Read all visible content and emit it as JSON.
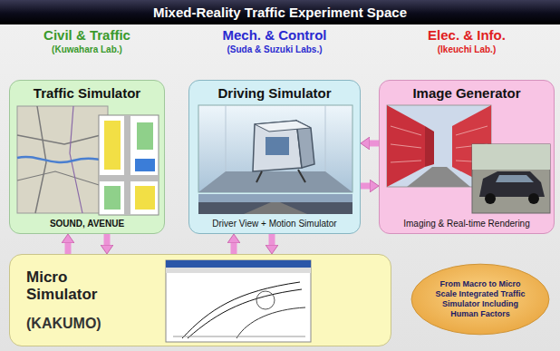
{
  "diagram": {
    "title": "Mixed-Reality Traffic Experiment Space",
    "nodes": [
      {
        "text": [
          "Traffic Simulator",
          "SOUND, AVENUE"
        ]
      },
      {
        "text": [
          "Driving Simulator",
          "Driver View + Motion Simulator"
        ]
      },
      {
        "text": [
          "Image Generator",
          "Imaging & Real-time Rendering"
        ]
      },
      {
        "text": [
          "Micro Simulator",
          "(KAKUMO)"
        ]
      },
      {
        "text": [
          "From Macro to Micro Scale Integrated Traffic Simulator Including Human Factors"
        ]
      }
    ],
    "edges": [
      {
        "from": 2,
        "to": 1,
        "arrow": "to"
      },
      {
        "from": 1,
        "to": 2,
        "arrow": "to"
      },
      {
        "from": 3,
        "to": 0,
        "arrow": "to"
      },
      {
        "from": 0,
        "to": 3,
        "arrow": "to"
      },
      {
        "from": 3,
        "to": 1,
        "arrow": "to"
      },
      {
        "from": 1,
        "to": 3,
        "arrow": "to"
      }
    ],
    "labels": [
      "Civil & Traffic",
      "(Kuwahara Lab.)",
      "Mech. & Control",
      "(Suda & Suzuki Labs.)",
      "Elec. & Info.",
      "(Ikeuchi Lab.)"
    ]
  }
}
